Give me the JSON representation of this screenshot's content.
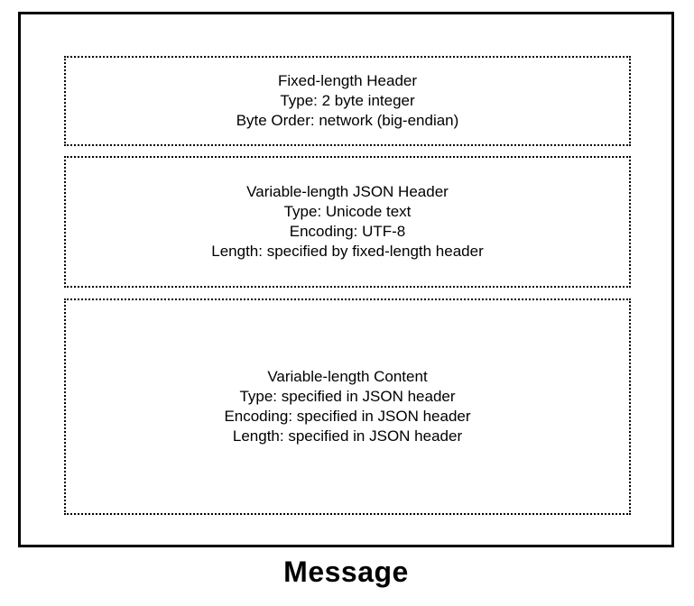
{
  "diagram": {
    "label": "Message",
    "sections": [
      {
        "id": "fixed-length-header",
        "lines": [
          "Fixed-length Header",
          "Type: 2 byte integer",
          "Byte Order: network (big-endian)"
        ]
      },
      {
        "id": "variable-length-json-header",
        "lines": [
          "Variable-length JSON Header",
          "Type: Unicode text",
          "Encoding: UTF-8",
          "Length: specified by fixed-length header"
        ]
      },
      {
        "id": "variable-length-content",
        "lines": [
          "Variable-length Content",
          "Type: specified in JSON header",
          "Encoding: specified in JSON header",
          "Length: specified in JSON header"
        ]
      }
    ],
    "colors": {
      "foreground": "#000000",
      "background": "#ffffff"
    }
  }
}
